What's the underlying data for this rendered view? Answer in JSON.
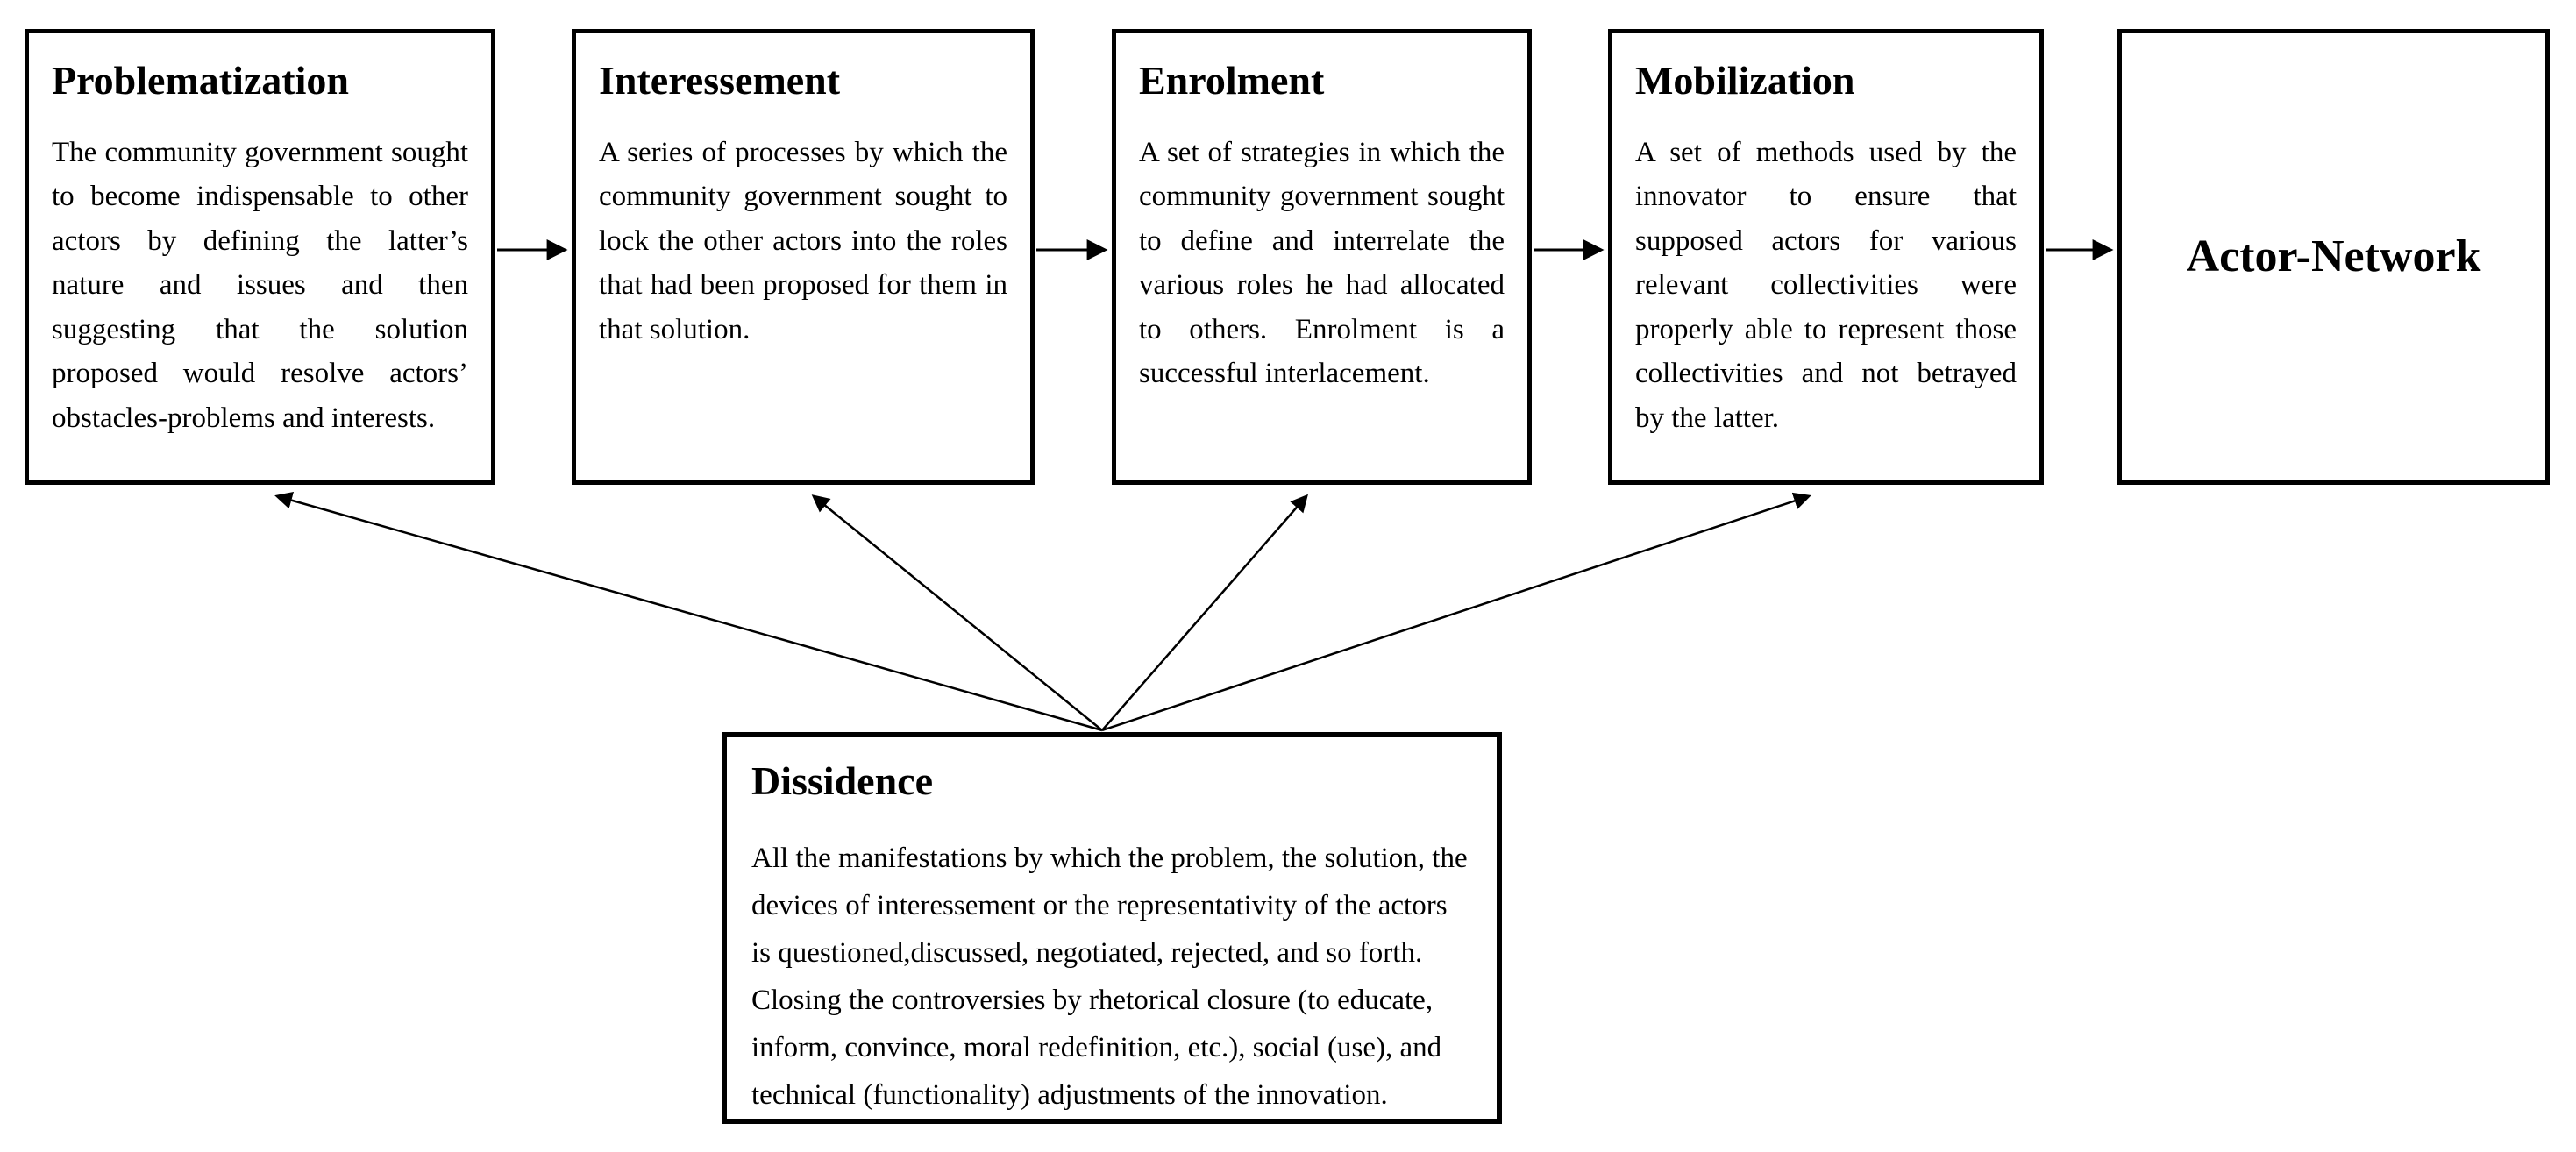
{
  "diagram": {
    "title": "Actor-Network Theory translation moments diagram",
    "colors": {
      "background": "#ffffff",
      "border": "#000000",
      "text": "#000000",
      "arrow": "#000000"
    },
    "boxes": [
      {
        "id": "problematization",
        "title": "Problematization",
        "body": "The community government sought to become indispensable to other actors by defining the latter’s nature and issues and then suggesting that the solution proposed would resolve actors’ obstacles-problems and interests."
      },
      {
        "id": "interessement",
        "title": "Interessement",
        "body": "A series of processes by which the community government sought to lock the other actors into the roles that had been proposed for them in that solution."
      },
      {
        "id": "enrolment",
        "title": "Enrolment",
        "body": "A set of strategies in which the community government sought to define and interrelate the various roles he had allocated to others. Enrolment is a successful interlacement."
      },
      {
        "id": "mobilization",
        "title": "Mobilization",
        "body": "A set of methods used by the innovator to ensure that supposed actors for various relevant collectivities were properly able to represent those collectivities and not betrayed by the latter."
      },
      {
        "id": "actor-network",
        "title": "Actor-Network",
        "body": ""
      }
    ],
    "dissidence": {
      "id": "dissidence",
      "title": "Dissidence",
      "body": "All the manifestations by which the problem, the solution, the devices of interessement or the representativity of the actors is questioned,discussed, negotiated, rejected, and so forth. Closing the controversies by rhetorical closure (to educate, inform, convince, moral redefinition, etc.), social (use), and technical (functionality) adjustments of the innovation."
    },
    "edges": [
      {
        "from": "problematization",
        "to": "interessement",
        "type": "horizontal-arrow"
      },
      {
        "from": "interessement",
        "to": "enrolment",
        "type": "horizontal-arrow"
      },
      {
        "from": "enrolment",
        "to": "mobilization",
        "type": "horizontal-arrow"
      },
      {
        "from": "mobilization",
        "to": "actor-network",
        "type": "horizontal-arrow"
      },
      {
        "from": "dissidence",
        "to": "problematization",
        "type": "fan-arrow"
      },
      {
        "from": "dissidence",
        "to": "interessement",
        "type": "fan-arrow"
      },
      {
        "from": "dissidence",
        "to": "enrolment",
        "type": "fan-arrow"
      },
      {
        "from": "dissidence",
        "to": "mobilization",
        "type": "fan-arrow"
      }
    ]
  }
}
